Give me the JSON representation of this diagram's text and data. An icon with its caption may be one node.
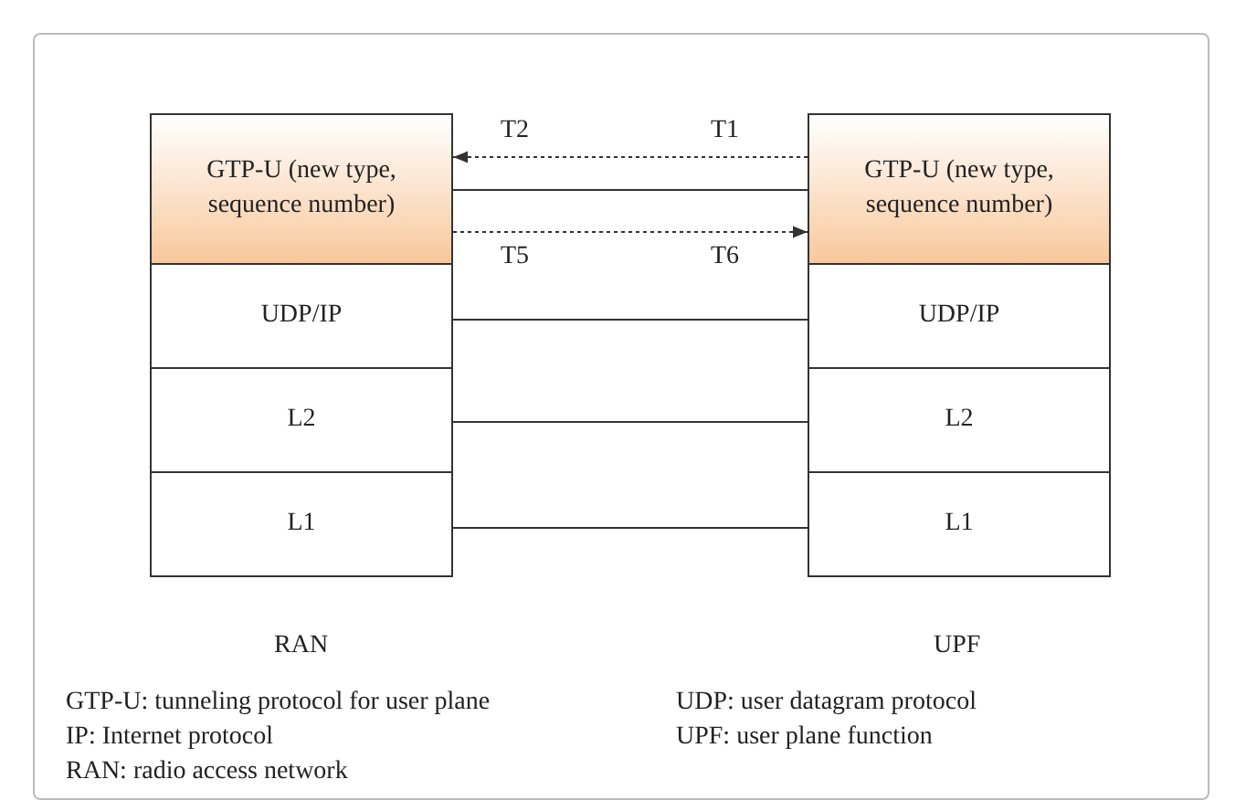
{
  "diagram": {
    "nodes": [
      {
        "text": [
          "GTP-U (new type, sequence number)"
        ]
      },
      {
        "text": [
          "GTP-U (new type, sequence number)"
        ]
      },
      {
        "text": [
          "UDP/IP"
        ]
      },
      {
        "text": [
          "UDP/IP"
        ]
      },
      {
        "text": [
          "L2"
        ]
      },
      {
        "text": [
          "L2"
        ]
      },
      {
        "text": [
          "L1"
        ]
      },
      {
        "text": [
          "L1"
        ]
      }
    ],
    "edges": [
      {
        "from": 1,
        "to": 0,
        "arrow": "to",
        "style": "dashed"
      },
      {
        "from": 0,
        "to": 1,
        "arrow": "none"
      },
      {
        "from": 0,
        "to": 1,
        "arrow": "to",
        "style": "dashed"
      },
      {
        "from": 2,
        "to": 3,
        "arrow": "none"
      },
      {
        "from": 4,
        "to": 5,
        "arrow": "none"
      },
      {
        "from": 6,
        "to": 7,
        "arrow": "none"
      }
    ],
    "labels": [
      "T2",
      "T1",
      "T5",
      "T6",
      "RAN",
      "UPF",
      "GTP-U: tunneling protocol for user plane",
      "UDP: user datagram protocol",
      "IP: Internet protocol",
      "UPF: user plane function",
      "RAN: radio access network"
    ]
  }
}
